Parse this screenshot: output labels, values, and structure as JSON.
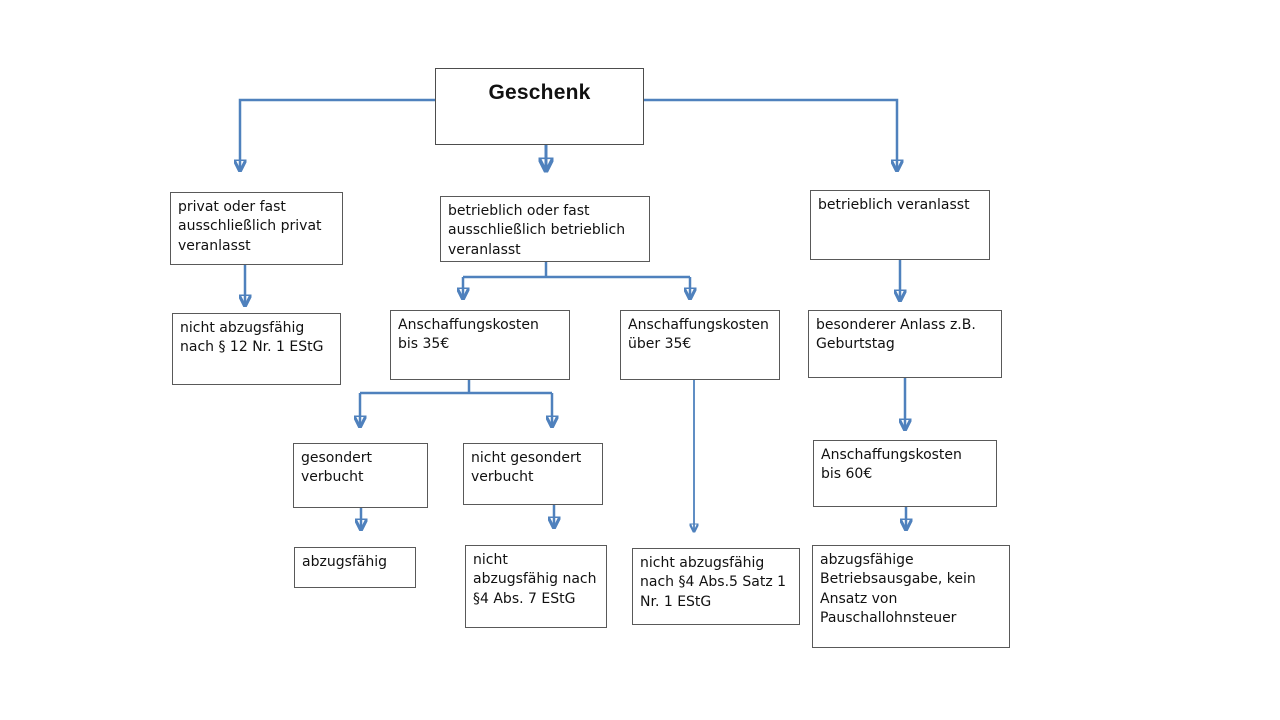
{
  "diagram": {
    "accent_color": "#4f81bd",
    "box_border_color": "#595959",
    "background_color": "#ffffff",
    "nodes": {
      "root": {
        "label": "Geschenk"
      },
      "privat": {
        "label": "privat oder fast\nausschließlich privat\nveranlasst"
      },
      "betrieblich_fast": {
        "label": "betrieblich oder fast\nausschließlich betrieblich\nveranlasst"
      },
      "betrieblich": {
        "label": "betrieblich veranlasst"
      },
      "nicht_abzugsfaehig_p12": {
        "label": "nicht abzugsfähig\nnach § 12 Nr. 1 EStG"
      },
      "ak_bis_35": {
        "label": "Anschaffungskosten\nbis 35€"
      },
      "ak_ueber_35": {
        "label": "Anschaffungskosten\nüber 35€"
      },
      "besonderer_anlass": {
        "label": "besonderer Anlass z.B.\nGeburtstag"
      },
      "gesondert_verbucht": {
        "label": "gesondert\nverbucht"
      },
      "nicht_gesondert_verbucht": {
        "label": "nicht gesondert\nverbucht"
      },
      "ak_bis_60": {
        "label": "Anschaffungskosten\nbis 60€"
      },
      "abzugsfaehig": {
        "label": "abzugsfähig"
      },
      "nicht_abzugsfaehig_p4_abs7": {
        "label": "nicht\nabzugsfähig nach\n§4 Abs. 7 EStG"
      },
      "nicht_abzugsfaehig_p4_abs5": {
        "label": "nicht abzugsfähig\nnach §4 Abs.5 Satz 1\nNr. 1 EStG"
      },
      "abzugsfaehige_betriebsausgabe": {
        "label": "abzugsfähige\nBetriebsausgabe, kein\nAnsatz von\nPauschallohnsteuer"
      }
    },
    "edges": [
      {
        "from": "root",
        "to": "privat"
      },
      {
        "from": "root",
        "to": "betrieblich_fast"
      },
      {
        "from": "root",
        "to": "betrieblich"
      },
      {
        "from": "privat",
        "to": "nicht_abzugsfaehig_p12"
      },
      {
        "from": "betrieblich_fast",
        "to": "ak_bis_35"
      },
      {
        "from": "betrieblich_fast",
        "to": "ak_ueber_35"
      },
      {
        "from": "betrieblich",
        "to": "besonderer_anlass"
      },
      {
        "from": "ak_bis_35",
        "to": "gesondert_verbucht"
      },
      {
        "from": "ak_bis_35",
        "to": "nicht_gesondert_verbucht"
      },
      {
        "from": "ak_ueber_35",
        "to": "nicht_abzugsfaehig_p4_abs5"
      },
      {
        "from": "besonderer_anlass",
        "to": "ak_bis_60"
      },
      {
        "from": "gesondert_verbucht",
        "to": "abzugsfaehig"
      },
      {
        "from": "nicht_gesondert_verbucht",
        "to": "nicht_abzugsfaehig_p4_abs7"
      },
      {
        "from": "ak_bis_60",
        "to": "abzugsfaehige_betriebsausgabe"
      }
    ]
  }
}
